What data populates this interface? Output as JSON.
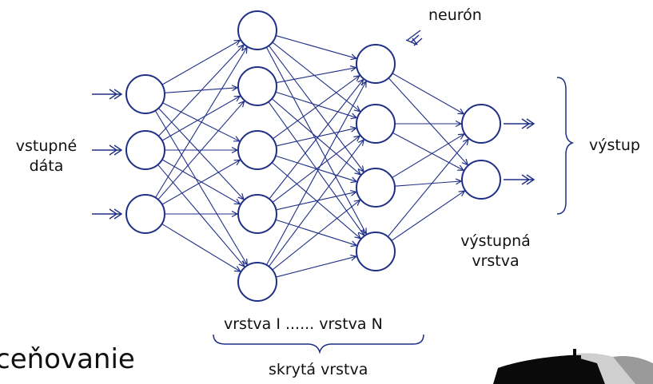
{
  "labels": {
    "input": [
      "vstupné",
      "dáta"
    ],
    "neuron": "neurón",
    "output": "výstup",
    "output_layer": [
      "výstupná",
      "vrstva"
    ],
    "hidden_range": "vrstva I ...... vrstva N",
    "hidden": "skrytá vrstva",
    "partial_heading": "ceňovanie"
  },
  "network": {
    "layers": [
      3,
      5,
      4,
      2
    ],
    "input_arrow_count": 3,
    "output_arrow_count": 2
  },
  "colors": {
    "stroke": "#1f2f86",
    "text": "#111111",
    "background": "#ffffff"
  }
}
